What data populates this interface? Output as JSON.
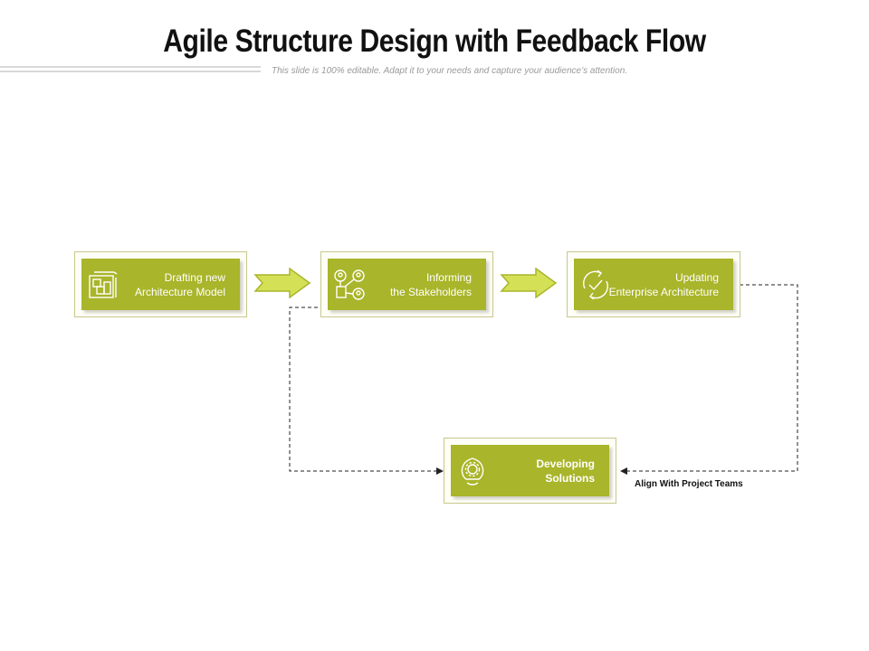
{
  "slide": {
    "title": "Agile Structure Design with Feedback Flow",
    "subtitle": "This slide is 100% editable. Adapt it to your needs and capture your audience’s attention."
  },
  "colors": {
    "node_fill": "#a9b52a",
    "node_border": "#c7c78c",
    "arrow_fill": "#d4e157",
    "connector": "#222222"
  },
  "nodes": [
    {
      "id": "drafting",
      "line1": "Drafting new",
      "line2": "Architecture Model",
      "icon": "blueprint-icon"
    },
    {
      "id": "informing",
      "line1": "Informing",
      "line2": "the Stakeholders",
      "icon": "stakeholders-network-icon"
    },
    {
      "id": "updating",
      "line1": "Updating",
      "line2": "Enterprise Architecture",
      "icon": "refresh-check-icon"
    },
    {
      "id": "developing",
      "line1": "Developing",
      "line2": "Solutions",
      "icon": "lightbulb-gear-icon"
    }
  ],
  "connectors": {
    "feedback_label": "Align With Project Teams"
  }
}
